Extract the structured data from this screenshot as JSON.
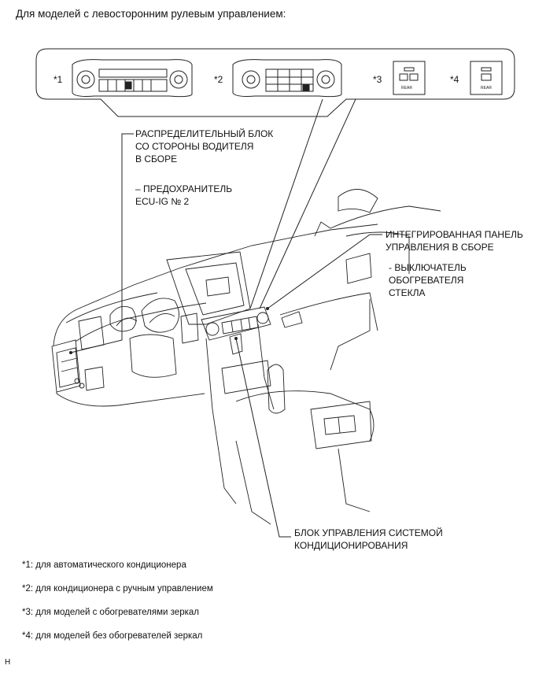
{
  "title": "Для моделей с левосторонним рулевым управлением:",
  "inset": {
    "labels": [
      "*1",
      "*2",
      "*3",
      "*4"
    ],
    "rear_label": "REAR"
  },
  "callouts": {
    "junction_block": [
      "РАСПРЕДЕЛИТЕЛЬНЫЙ БЛОК",
      "СО СТОРОНЫ ВОДИТЕЛЯ",
      "В СБОРЕ"
    ],
    "fuse": [
      "– ПРЕДОХРАНИТЕЛЬ",
      "ECU-IG № 2"
    ],
    "panel": [
      "ИНТЕГРИРОВАННАЯ ПАНЕЛЬ",
      "УПРАВЛЕНИЯ В СБОРЕ"
    ],
    "switch": [
      "- ВЫКЛЮЧАТЕЛЬ",
      "ОБОГРЕВАТЕЛЯ",
      "СТЕКЛА"
    ],
    "ac_unit": [
      "БЛОК УПРАВЛЕНИЯ СИСТЕМОЙ",
      "КОНДИЦИОНИРОВАНИЯ"
    ]
  },
  "notes": [
    "*1: для автоматического кондиционера",
    "*2: для кондиционера с ручным управлением",
    "*3: для моделей с обогревателями зеркал",
    "*4: для моделей без обогревателей зеркал"
  ],
  "figure_id": "H"
}
